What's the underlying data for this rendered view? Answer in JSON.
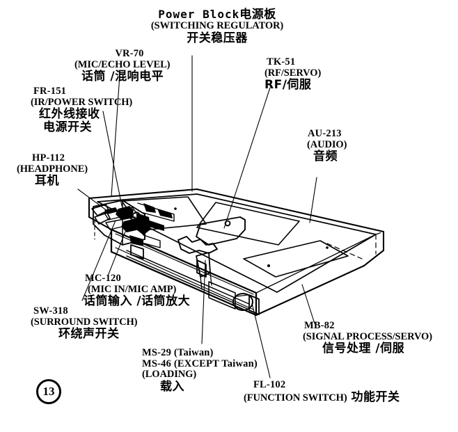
{
  "document": {
    "kind": "service-manual-assembly-diagram",
    "page_number": "13"
  },
  "callouts": {
    "power_block": {
      "title_en": "Power Block",
      "title_cjk": "电源板",
      "subtitle_en": "(SWITCHING REGULATOR)",
      "subtitle_cjk": "开关稳压器"
    },
    "vr70": {
      "ref": "VR-70",
      "en": "(MIC/ECHO LEVEL)",
      "cjk": "话筒 /混响电平"
    },
    "fr151": {
      "ref": "FR-151",
      "en": "(IR/POWER SWITCH)",
      "cjk1": "红外线接收",
      "cjk2": "电源开关"
    },
    "hp112": {
      "ref": "HP-112",
      "en": "(HEADPHONE)",
      "cjk": "耳机"
    },
    "tk51": {
      "ref": "TK-51",
      "en": "(RF/SERVO)",
      "cjk": "RF/伺服"
    },
    "au213": {
      "ref": "AU-213",
      "en": "(AUDIO)",
      "cjk": "音频"
    },
    "mc120": {
      "ref": "MC-120",
      "en": "(MIC IN/MIC AMP)",
      "cjk": "话筒输入 /话筒放大"
    },
    "sw318": {
      "ref": "SW-318",
      "en": "(SURROUND SWITCH)",
      "cjk": "环绕声开关"
    },
    "ms29": {
      "ref1": "MS-29 (Taiwan)",
      "ref2": "MS-46 (EXCEPT Taiwan)",
      "en": "(LOADING)",
      "cjk": "载入"
    },
    "fl102": {
      "ref": "FL-102",
      "en": "(FUNCTION SWITCH)",
      "cjk": "功能开关"
    },
    "mb82": {
      "ref": "MB-82",
      "en": "(SIGNAL PROCESS/SERVO)",
      "cjk": "信号处理 /伺服"
    }
  },
  "colors": {
    "ink": "#000000",
    "paper": "#ffffff"
  }
}
